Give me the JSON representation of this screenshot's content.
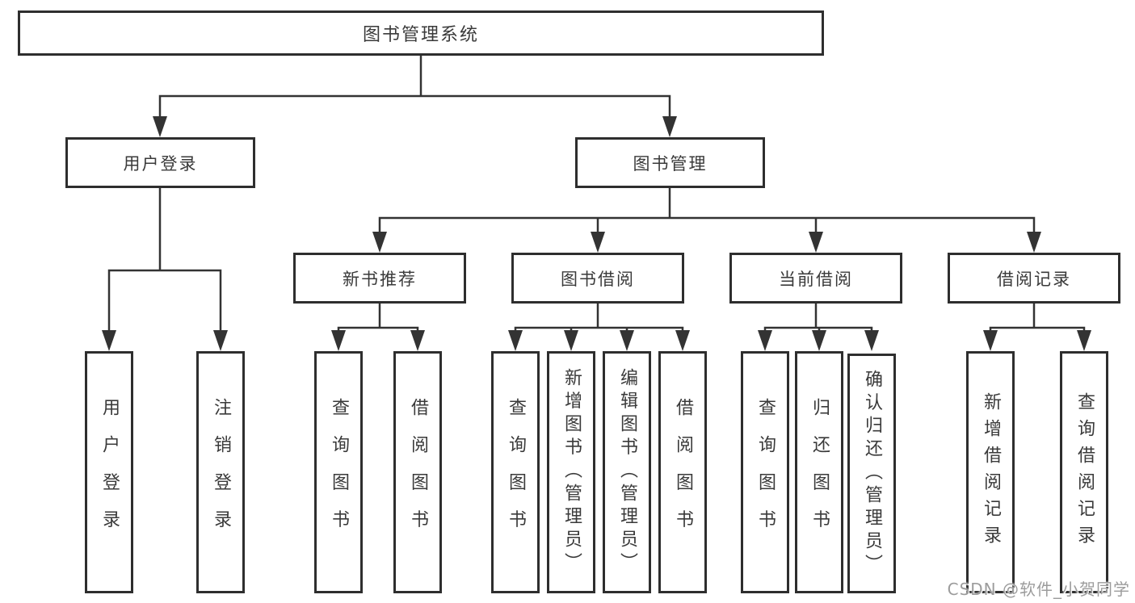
{
  "colors": {
    "line": "#333333",
    "box_border": "#2e2e2e",
    "text": "#3a3a3a",
    "watermark": "#9c9c9c",
    "background": "#ffffff"
  },
  "watermark": "CSDN @软件_小贺同学",
  "tree": {
    "root": {
      "label": "图书管理系统",
      "children": [
        {
          "label": "用户登录",
          "children": [
            {
              "label": "用户登录"
            },
            {
              "label": "注销登录"
            }
          ]
        },
        {
          "label": "图书管理",
          "children": [
            {
              "label": "新书推荐",
              "children": [
                {
                  "label": "查询图书"
                },
                {
                  "label": "借阅图书"
                }
              ]
            },
            {
              "label": "图书借阅",
              "children": [
                {
                  "label": "查询图书"
                },
                {
                  "label": "新增图书（管理员）"
                },
                {
                  "label": "编辑图书（管理员）"
                },
                {
                  "label": "借阅图书"
                }
              ]
            },
            {
              "label": "当前借阅",
              "children": [
                {
                  "label": "查询图书"
                },
                {
                  "label": "归还图书"
                },
                {
                  "label": "确认归还（管理员）"
                }
              ]
            },
            {
              "label": "借阅记录",
              "children": [
                {
                  "label": "新增借阅记录"
                },
                {
                  "label": "查询借阅记录"
                }
              ]
            }
          ]
        }
      ]
    }
  }
}
